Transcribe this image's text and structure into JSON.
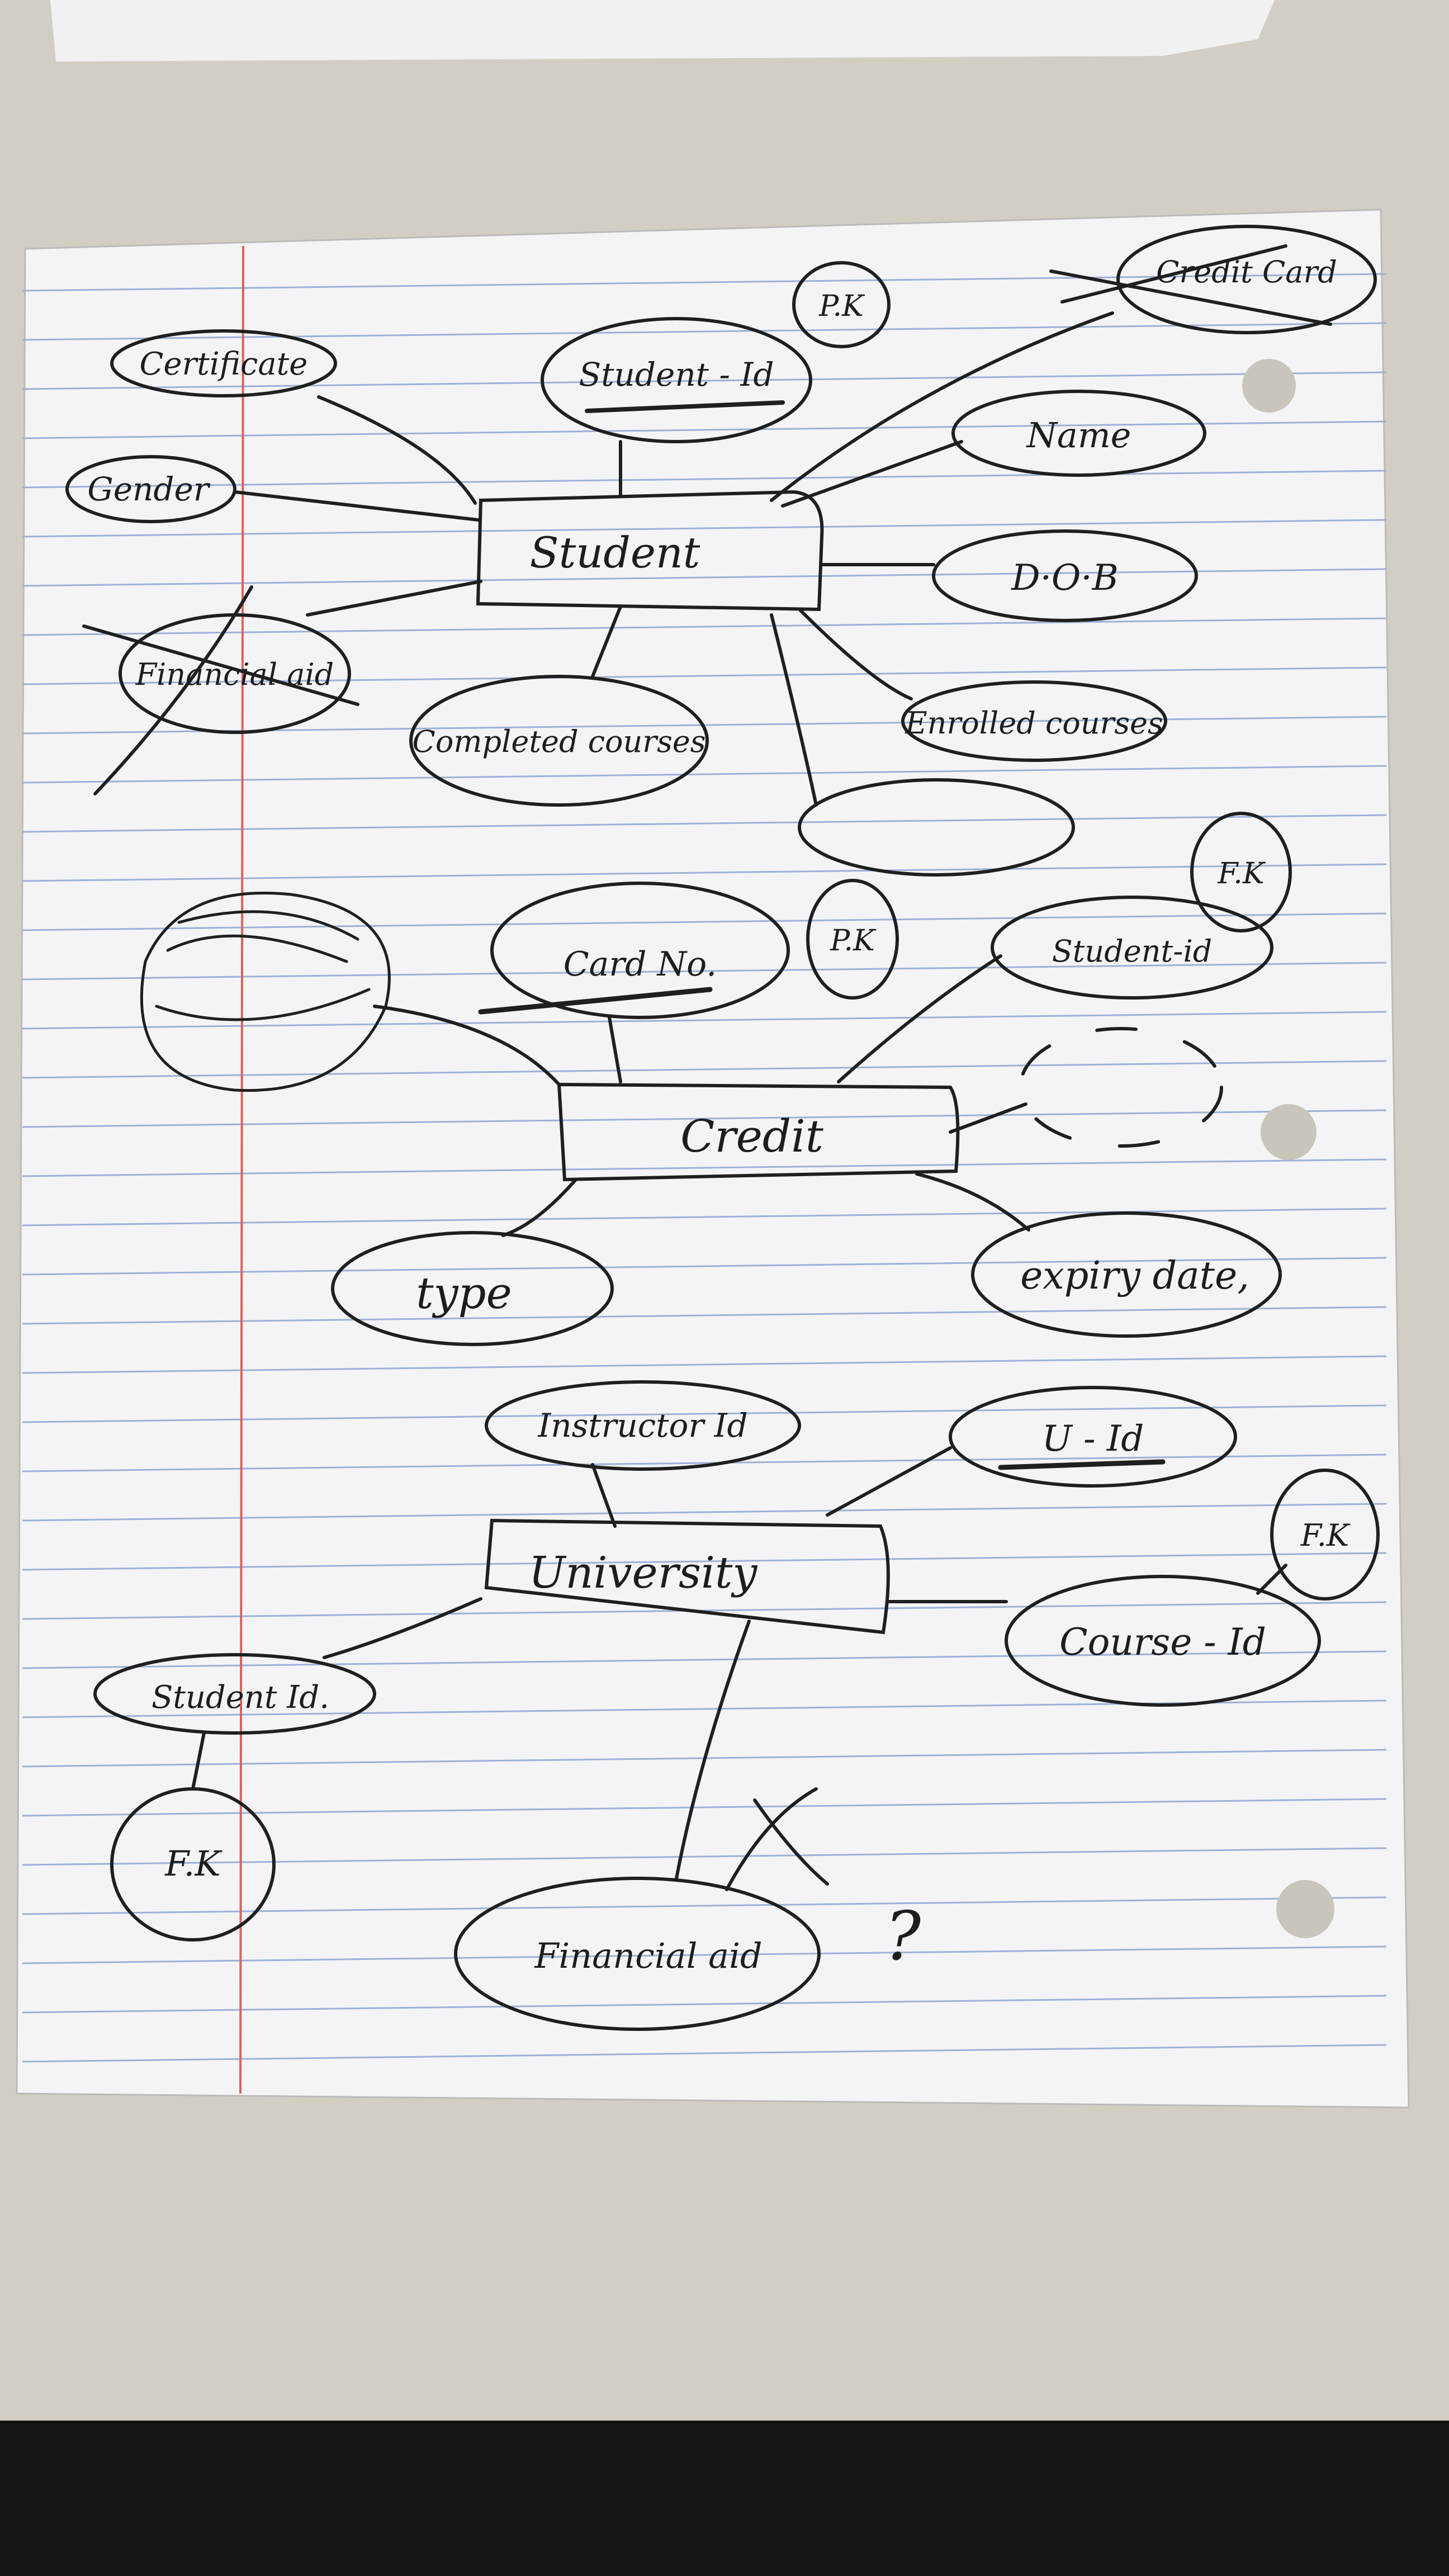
{
  "diagram": {
    "student": {
      "entity": "Student",
      "attrs": {
        "certificate": "Certificate",
        "student_id": "Student - Id",
        "pk": "P.K",
        "credit_card": "Credit Card",
        "gender": "Gender",
        "name": "Name",
        "dob": "D·O·B",
        "financial_aid": "Financial aid",
        "completed_courses": "Completed courses",
        "enrolled_courses": "Enrolled courses"
      }
    },
    "credit": {
      "entity": "Credit",
      "attrs": {
        "card_no": "Card No.",
        "pk": "P.K",
        "student_id": "Student-id",
        "fk": "F.K",
        "type": "type",
        "expiry_date": "expiry date,"
      }
    },
    "university": {
      "entity": "University",
      "attrs": {
        "instructor_id": "Instructor Id",
        "u_id": "U - Id",
        "course_id": "Course - Id",
        "fk_course": "F.K",
        "student_id": "Student Id.",
        "fk_student": "F.K",
        "financial_aid": "Financial aid",
        "question": "?"
      }
    }
  }
}
